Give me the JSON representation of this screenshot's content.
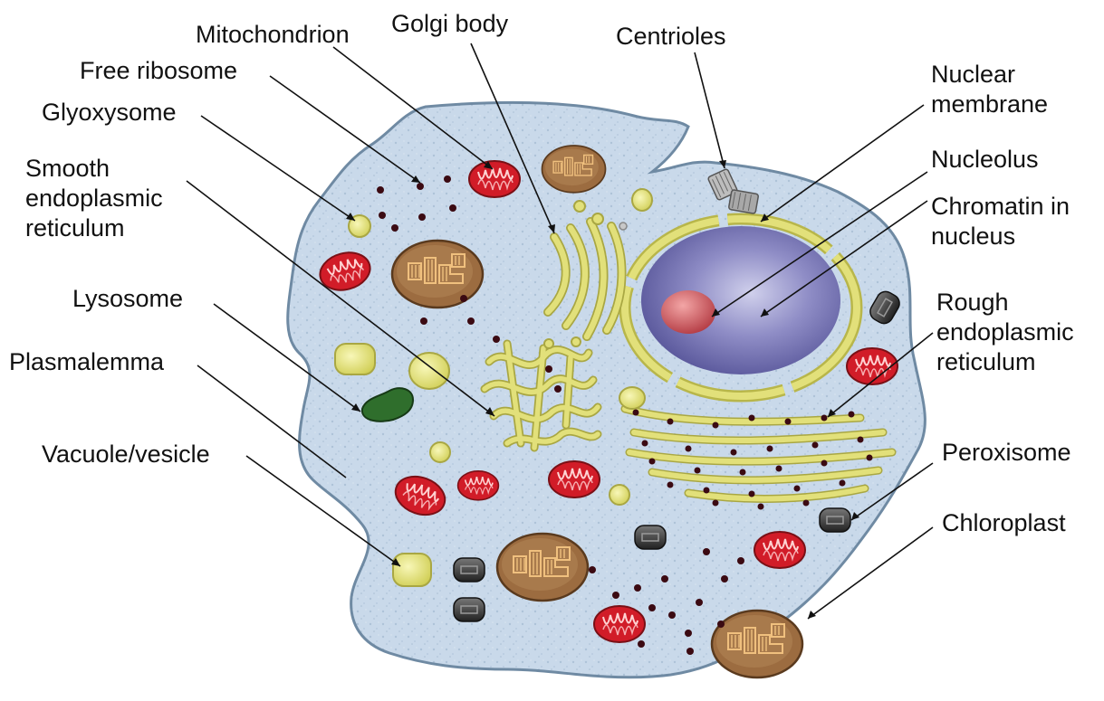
{
  "colors": {
    "cytoplasm": "#c9d9ea",
    "cytoplasm_edge": "#6f8aa3",
    "mitochondrion": "#e0222c",
    "chloroplast": "#a0724a",
    "chloroplast_stripes": "#e9b97a",
    "er_golgi": "#d6d46a",
    "nucleus": "#6c6ab0",
    "nucleolus": "#c64a52",
    "lysosome": "#2f6e2c",
    "vacuole": "#e3e27a",
    "peroxisome": "#3a3a3a",
    "ribosome": "#3b0a12",
    "label": "#111111"
  },
  "labels": {
    "mitochondrion": "Mitochondrion",
    "golgi_body": "Golgi body",
    "centrioles": "Centrioles",
    "free_ribosome": "Free ribosome",
    "glyoxysome": "Glyoxysome",
    "smooth_er": [
      "Smooth",
      "endoplasmic",
      "reticulum"
    ],
    "lysosome": "Lysosome",
    "plasmalemma": "Plasmalemma",
    "vacuole_vesicle": "Vacuole/vesicle",
    "nuclear_membrane": [
      "Nuclear",
      "membrane"
    ],
    "nucleolus": "Nucleolus",
    "chromatin": [
      "Chromatin in",
      "nucleus"
    ],
    "rough_er": [
      "Rough",
      "endoplasmic",
      "reticulum"
    ],
    "peroxisome": "Peroxisome",
    "chloroplast": "Chloroplast"
  },
  "icons": {
    "mitochondrion": "mitochondrion-icon",
    "chloroplast": "chloroplast-icon",
    "centriole": "centriole-icon",
    "ribosome": "ribosome-dot-icon",
    "peroxisome": "peroxisome-icon",
    "vacuole": "vacuole-icon",
    "glyoxysome": "glyoxysome-icon",
    "lysosome": "lysosome-icon"
  }
}
